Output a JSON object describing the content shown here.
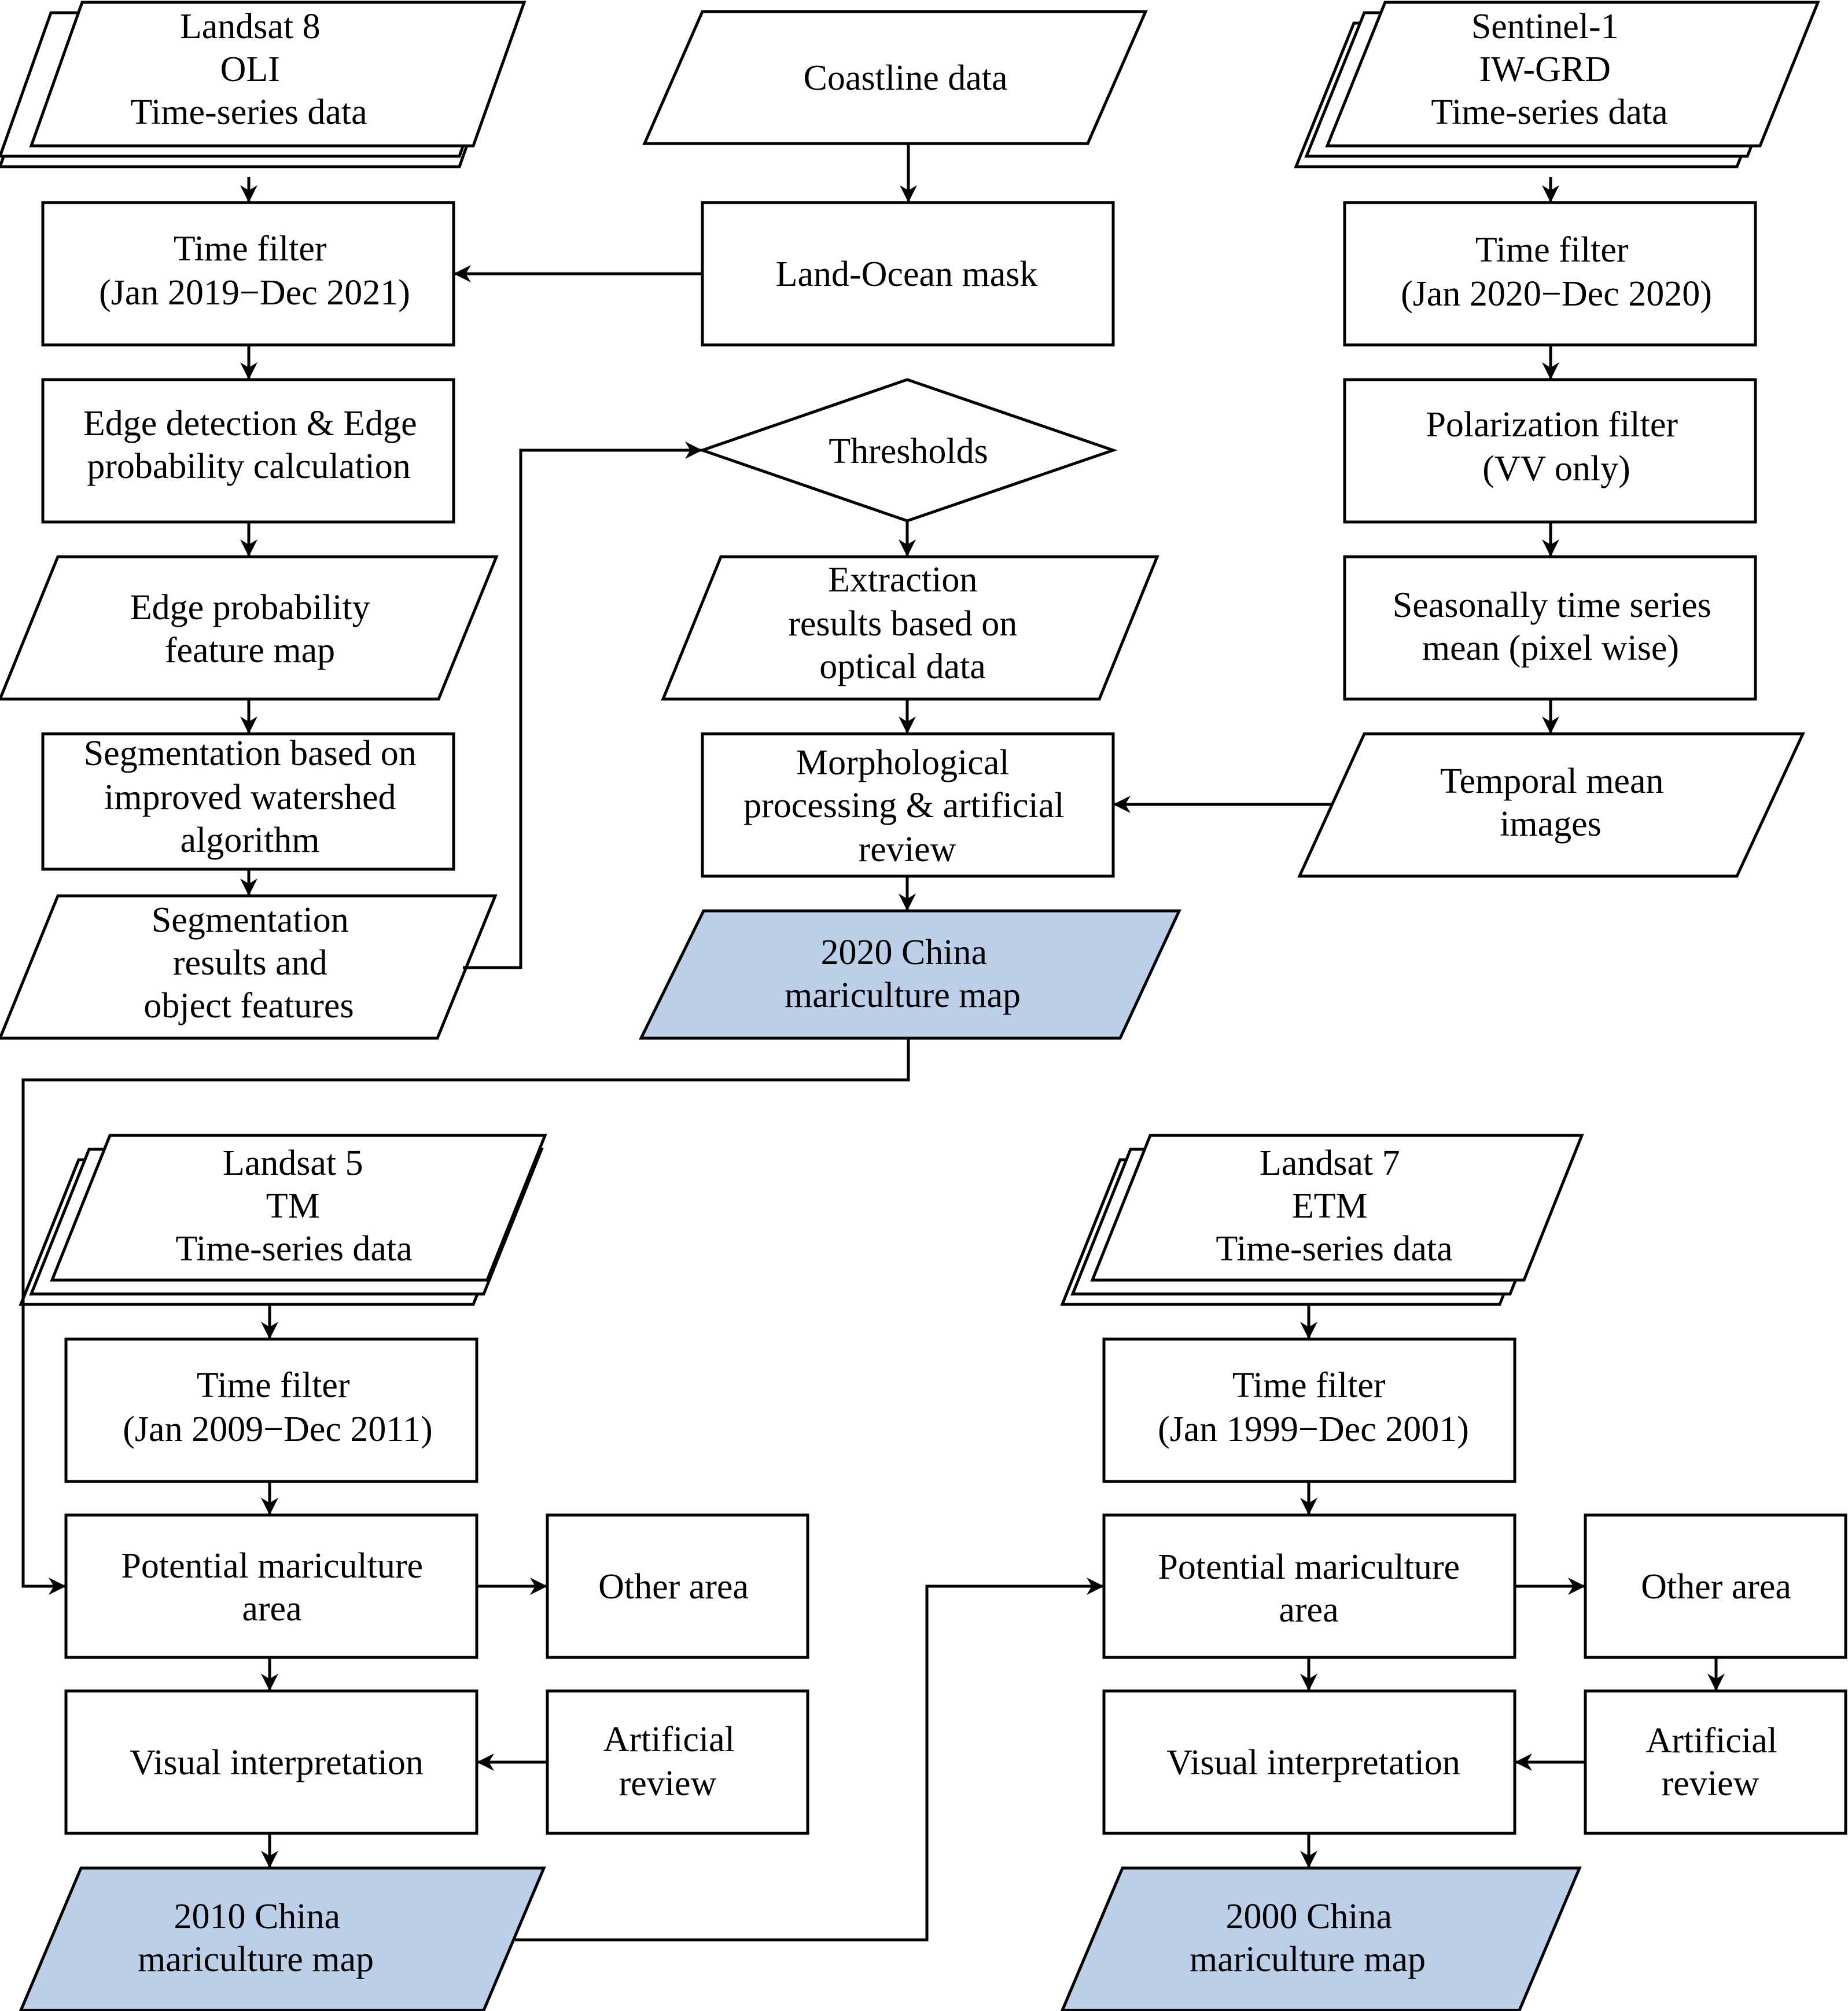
{
  "nodes": {
    "landsat8": [
      "Landsat 8",
      "OLI",
      "Time-series data"
    ],
    "coastline": [
      "Coastline data"
    ],
    "sentinel1": [
      "Sentinel-1",
      "IW-GRD",
      "Time-series data"
    ],
    "tf_2019": [
      "Time filter",
      "(Jan 2019−Dec 2021)"
    ],
    "land_ocean": [
      "Land-Ocean mask"
    ],
    "tf_2020": [
      "Time filter",
      "(Jan 2020−Dec 2020)"
    ],
    "edge_detect": [
      "Edge detection & Edge",
      "probability calculation"
    ],
    "thresholds": [
      "Thresholds"
    ],
    "polarization": [
      "Polarization filter",
      "(VV only)"
    ],
    "edge_map": [
      "Edge probability",
      "feature map"
    ],
    "extraction": [
      "Extraction",
      "results based on",
      "optical data"
    ],
    "seasonal_mean": [
      "Seasonally time series",
      "mean (pixel wise)"
    ],
    "segmentation": [
      "Segmentation based on",
      "improved watershed",
      "algorithm"
    ],
    "morph": [
      "Morphological",
      "processing & artificial",
      "review"
    ],
    "temporal_mean": [
      "Temporal mean",
      "images"
    ],
    "seg_results": [
      "Segmentation",
      "results and",
      "object features"
    ],
    "map2020": [
      "2020 China",
      "mariculture map"
    ],
    "landsat5": [
      "Landsat 5",
      "TM",
      "Time-series data"
    ],
    "landsat7": [
      "Landsat 7",
      "ETM",
      "Time-series data"
    ],
    "tf_2009": [
      "Time filter",
      "(Jan 2009−Dec 2011)"
    ],
    "tf_1999": [
      "Time filter",
      "(Jan 1999−Dec 2001)"
    ],
    "pma_2010": [
      "Potential mariculture",
      "area"
    ],
    "other_2010": [
      "Other area"
    ],
    "pma_2000": [
      "Potential mariculture",
      "area"
    ],
    "other_2000": [
      "Other area"
    ],
    "vi_2010": [
      "Visual interpretation"
    ],
    "ar_2010": [
      "Artificial",
      "review"
    ],
    "vi_2000": [
      "Visual interpretation"
    ],
    "ar_2000": [
      "Artificial",
      "review"
    ],
    "map2010": [
      "2010 China",
      "mariculture map"
    ],
    "map2000": [
      "2000 China",
      "mariculture map"
    ]
  },
  "colors": {
    "stroke": "#000000",
    "fill": "#ffffff",
    "highlight_fill": "#bccfe8"
  }
}
